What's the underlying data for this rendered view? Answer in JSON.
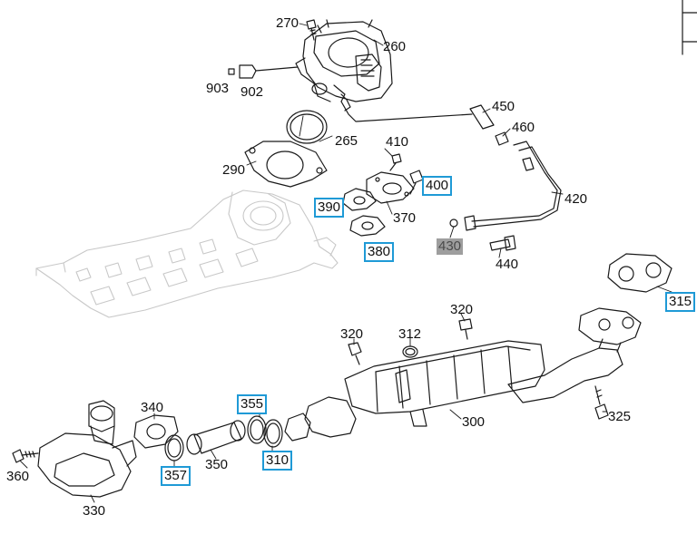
{
  "diagram": {
    "parts": [
      {
        "id": "p270",
        "label": "270",
        "style": "plain"
      },
      {
        "id": "p260",
        "label": "260",
        "style": "plain"
      },
      {
        "id": "p903",
        "label": "903",
        "style": "plain"
      },
      {
        "id": "p902",
        "label": "902",
        "style": "plain"
      },
      {
        "id": "p450",
        "label": "450",
        "style": "plain"
      },
      {
        "id": "p460",
        "label": "460",
        "style": "plain"
      },
      {
        "id": "p265",
        "label": "265",
        "style": "plain"
      },
      {
        "id": "p410",
        "label": "410",
        "style": "plain"
      },
      {
        "id": "p290",
        "label": "290",
        "style": "plain"
      },
      {
        "id": "p400",
        "label": "400",
        "style": "highlighted"
      },
      {
        "id": "p390",
        "label": "390",
        "style": "highlighted"
      },
      {
        "id": "p370",
        "label": "370",
        "style": "plain"
      },
      {
        "id": "p420",
        "label": "420",
        "style": "plain"
      },
      {
        "id": "p380",
        "label": "380",
        "style": "highlighted"
      },
      {
        "id": "p430",
        "label": "430",
        "style": "greyed"
      },
      {
        "id": "p440",
        "label": "440",
        "style": "plain"
      },
      {
        "id": "p315",
        "label": "315",
        "style": "highlighted"
      },
      {
        "id": "p320a",
        "label": "320",
        "style": "plain"
      },
      {
        "id": "p320b",
        "label": "320",
        "style": "plain"
      },
      {
        "id": "p312",
        "label": "312",
        "style": "plain"
      },
      {
        "id": "p340",
        "label": "340",
        "style": "plain"
      },
      {
        "id": "p355",
        "label": "355",
        "style": "highlighted"
      },
      {
        "id": "p300",
        "label": "300",
        "style": "plain"
      },
      {
        "id": "p325",
        "label": "325",
        "style": "plain"
      },
      {
        "id": "p360",
        "label": "360",
        "style": "plain"
      },
      {
        "id": "p357",
        "label": "357",
        "style": "highlighted"
      },
      {
        "id": "p350",
        "label": "350",
        "style": "plain"
      },
      {
        "id": "p310",
        "label": "310",
        "style": "highlighted"
      },
      {
        "id": "p330",
        "label": "330",
        "style": "plain"
      }
    ],
    "colors": {
      "highlight_border": "#1f9ad6",
      "grey_fill": "#9e9e9e",
      "line": "#1a1a1a",
      "ghost_line": "#c8c8c8"
    }
  }
}
